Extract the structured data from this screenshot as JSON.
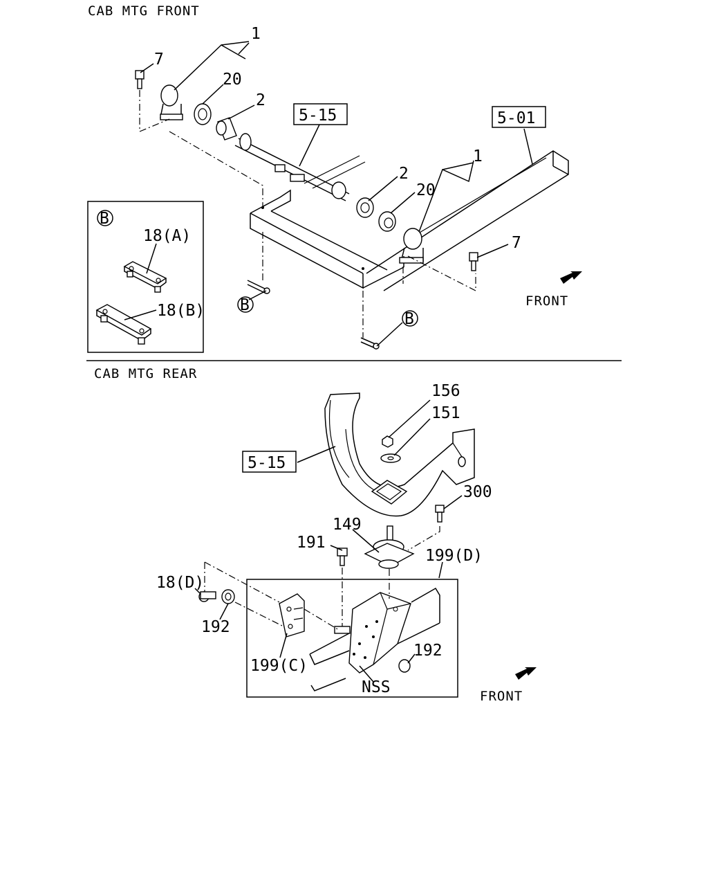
{
  "front_section": {
    "title": "CAB MTG FRONT",
    "ref_frame": "5-15",
    "ref_chassis": "5-01",
    "callouts": [
      "1",
      "7",
      "20",
      "2",
      "2",
      "20",
      "1",
      "7"
    ],
    "front_label": "FRONT",
    "marker_b": "B",
    "detail_b": {
      "marker": "B",
      "part_a": "18(A)",
      "part_b": "18(B)"
    }
  },
  "rear_section": {
    "title": "CAB MTG REAR",
    "ref_frame": "5-15",
    "callouts": [
      "156",
      "151",
      "300",
      "149",
      "191",
      "199(D)",
      "18(D)",
      "192",
      "199(C)",
      "192"
    ],
    "nss_label": "NSS",
    "front_label": "FRONT"
  }
}
